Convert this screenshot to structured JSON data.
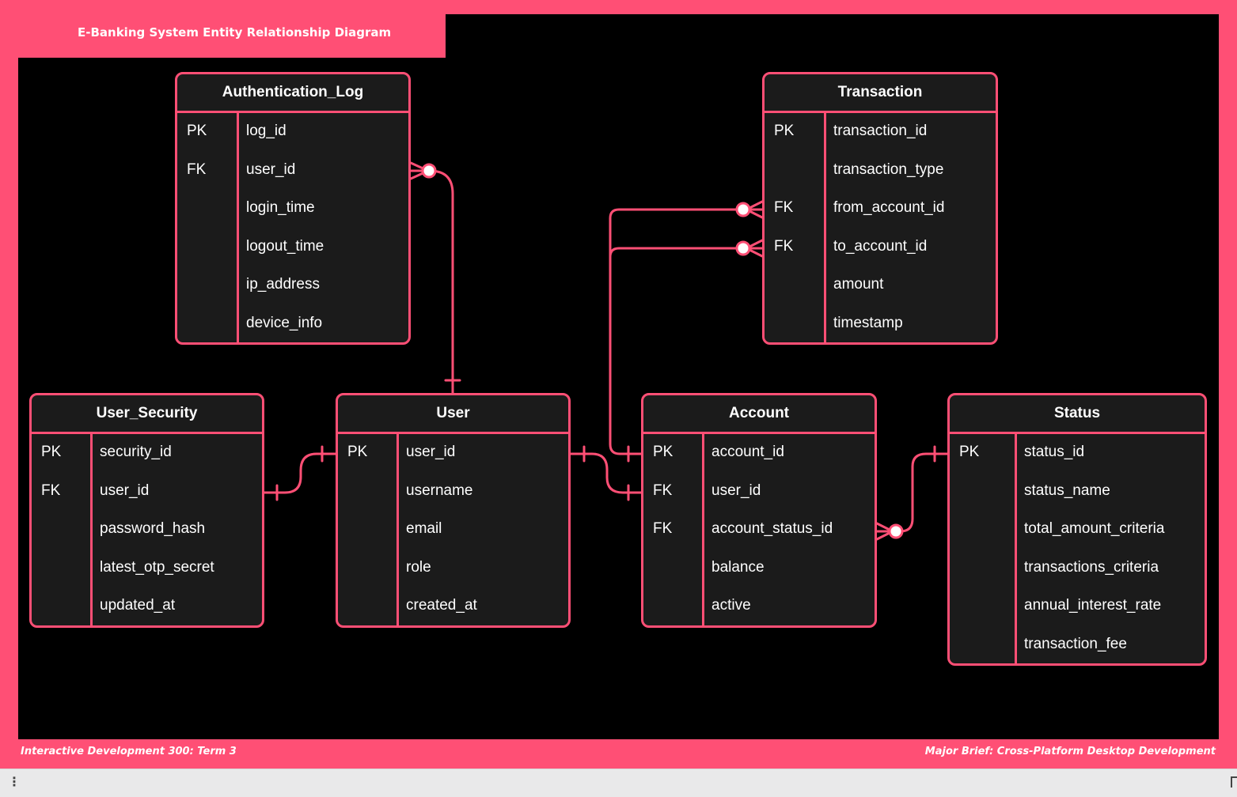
{
  "title": "E-Banking System Entity Relationship Diagram",
  "footer": {
    "left": "Interactive Development 300: Term 3",
    "right": "Major Brief: Cross-Platform Desktop Development"
  },
  "colors": {
    "accent": "#ff4f75",
    "canvas": "#000000",
    "entity_fill": "#1b1b1b",
    "text": "#ffffff"
  },
  "entities": {
    "authentication_log": {
      "name": "Authentication_Log",
      "rows": [
        {
          "key": "PK",
          "attr": "log_id"
        },
        {
          "key": "FK",
          "attr": "user_id"
        },
        {
          "key": "",
          "attr": "login_time"
        },
        {
          "key": "",
          "attr": "logout_time"
        },
        {
          "key": "",
          "attr": "ip_address"
        },
        {
          "key": "",
          "attr": "device_info"
        }
      ]
    },
    "transaction": {
      "name": "Transaction",
      "rows": [
        {
          "key": "PK",
          "attr": "transaction_id"
        },
        {
          "key": "",
          "attr": "transaction_type"
        },
        {
          "key": "FK",
          "attr": "from_account_id"
        },
        {
          "key": "FK",
          "attr": "to_account_id"
        },
        {
          "key": "",
          "attr": "amount"
        },
        {
          "key": "",
          "attr": "timestamp"
        }
      ]
    },
    "user_security": {
      "name": "User_Security",
      "rows": [
        {
          "key": "PK",
          "attr": "security_id"
        },
        {
          "key": "FK",
          "attr": "user_id"
        },
        {
          "key": "",
          "attr": "password_hash"
        },
        {
          "key": "",
          "attr": "latest_otp_secret"
        },
        {
          "key": "",
          "attr": "updated_at"
        }
      ]
    },
    "user": {
      "name": "User",
      "rows": [
        {
          "key": "PK",
          "attr": "user_id"
        },
        {
          "key": "",
          "attr": "username"
        },
        {
          "key": "",
          "attr": "email"
        },
        {
          "key": "",
          "attr": "role"
        },
        {
          "key": "",
          "attr": "created_at"
        }
      ]
    },
    "account": {
      "name": "Account",
      "rows": [
        {
          "key": "PK",
          "attr": "account_id"
        },
        {
          "key": "FK",
          "attr": "user_id"
        },
        {
          "key": "FK",
          "attr": "account_status_id"
        },
        {
          "key": "",
          "attr": "balance"
        },
        {
          "key": "",
          "attr": "active"
        }
      ]
    },
    "status": {
      "name": "Status",
      "rows": [
        {
          "key": "PK",
          "attr": "status_id"
        },
        {
          "key": "",
          "attr": "status_name"
        },
        {
          "key": "",
          "attr": "total_amount_criteria"
        },
        {
          "key": "",
          "attr": "transactions_criteria"
        },
        {
          "key": "",
          "attr": "annual_interest_rate"
        },
        {
          "key": "",
          "attr": "transaction_fee"
        }
      ]
    }
  },
  "relationships": [
    {
      "from": "Authentication_Log.user_id",
      "to": "User",
      "from_cardinality": "zero-or-many",
      "to_cardinality": "one"
    },
    {
      "from": "User_Security.user_id",
      "to": "User.user_id",
      "from_cardinality": "one",
      "to_cardinality": "one"
    },
    {
      "from": "User.user_id",
      "to": "Account.user_id",
      "from_cardinality": "one",
      "to_cardinality": "one"
    },
    {
      "from": "Transaction.from_account_id",
      "to": "Account.account_id",
      "from_cardinality": "zero-or-many",
      "to_cardinality": "one"
    },
    {
      "from": "Transaction.to_account_id",
      "to": "Account.account_id",
      "from_cardinality": "zero-or-many",
      "to_cardinality": "one"
    },
    {
      "from": "Account.account_status_id",
      "to": "Status.status_id",
      "from_cardinality": "zero-or-many",
      "to_cardinality": "one"
    }
  ]
}
